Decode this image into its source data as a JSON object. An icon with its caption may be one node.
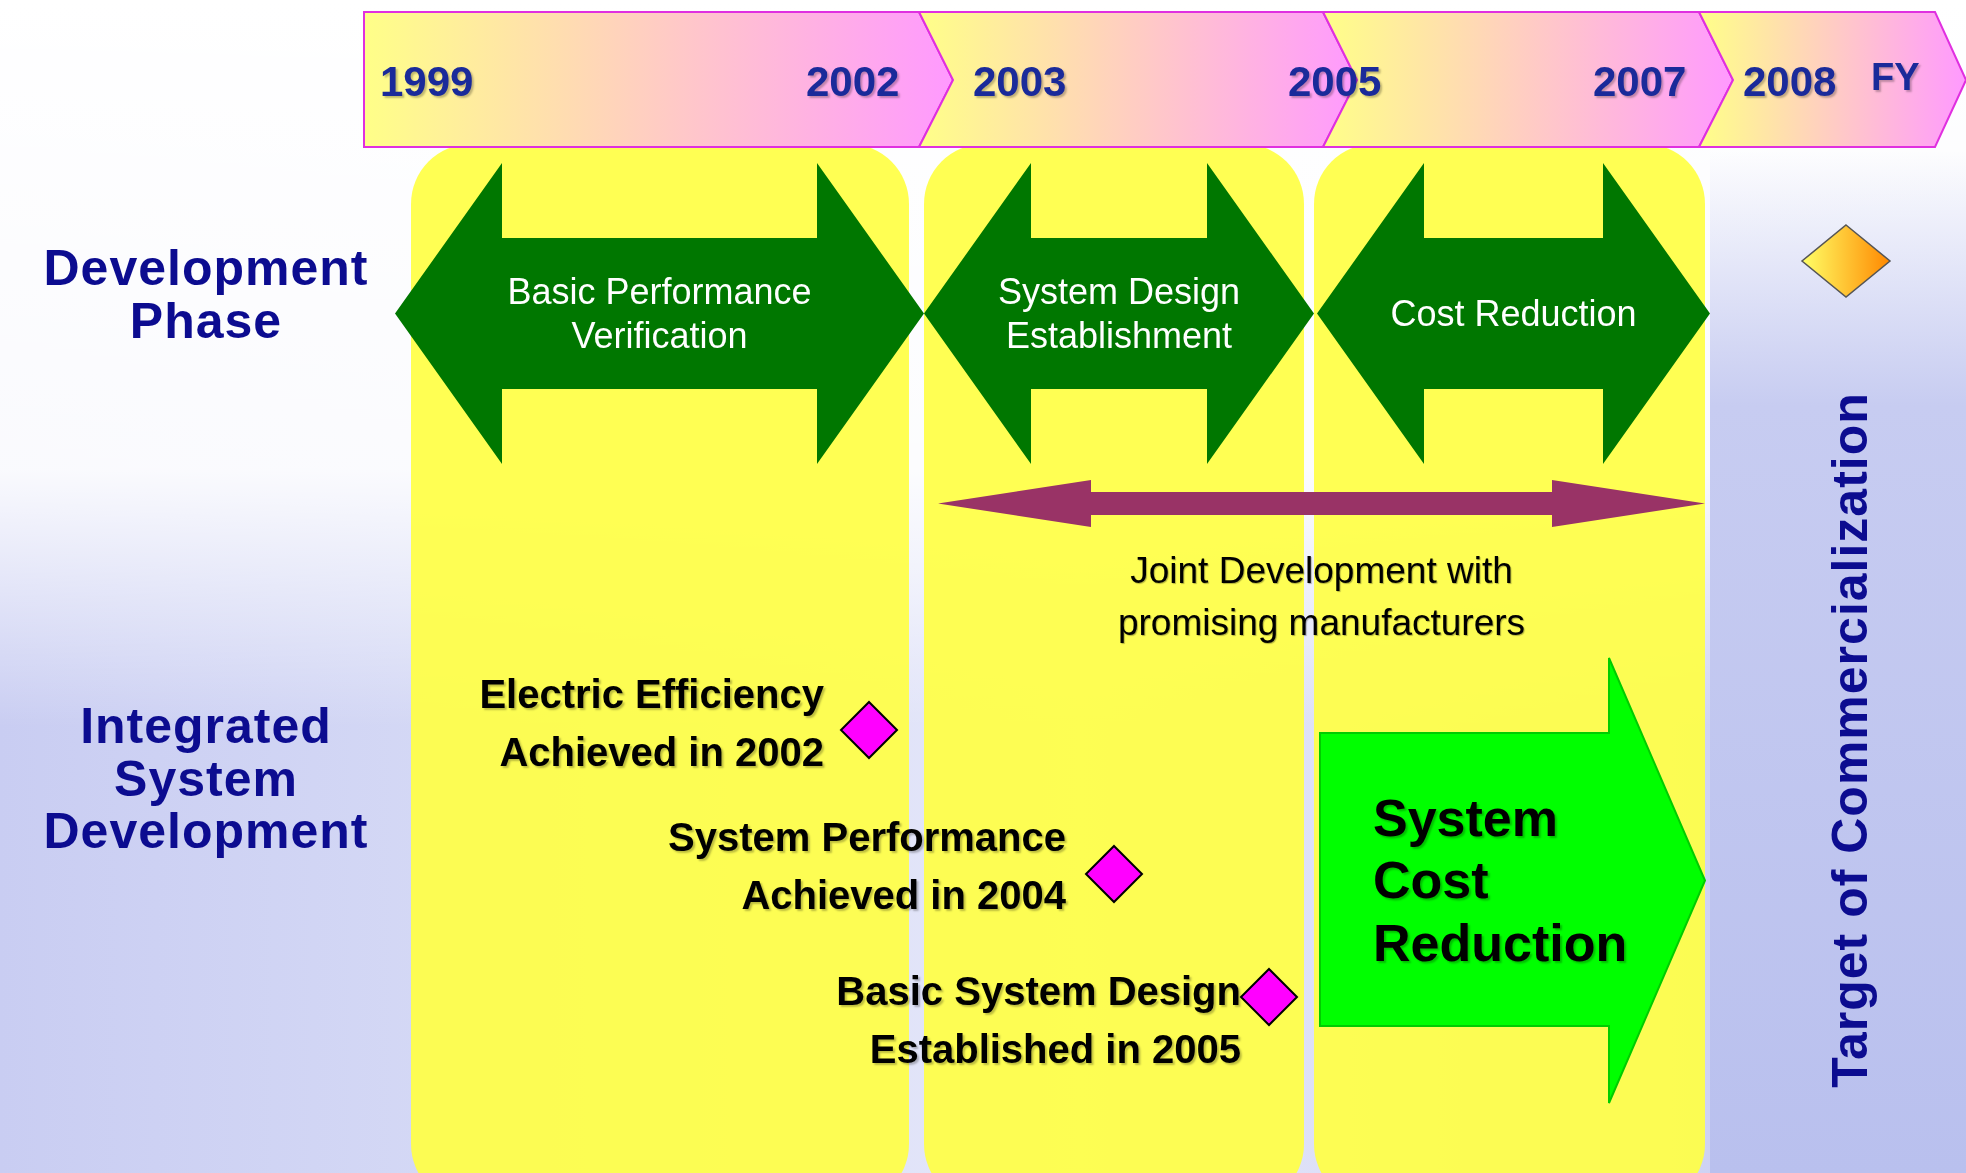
{
  "diagram": {
    "nodes": [
      {
        "text": [
          "Basic Performance Verification"
        ]
      },
      {
        "text": [
          "System Design Establishment"
        ]
      },
      {
        "text": [
          "Cost Reduction"
        ]
      },
      {
        "text": [
          "System Cost Reduction"
        ]
      },
      {
        "text": [
          "Joint Development with promising manufacturers"
        ]
      }
    ],
    "labels": [
      "1999",
      "2002",
      "2003",
      "2005",
      "2007",
      "2008",
      "FY",
      "Development Phase",
      "Integrated System Development",
      "Electric Efficiency Achieved in 2002",
      "System Performance Achieved in 2004",
      "Basic System Design Established in 2005",
      "Target of Commercialization"
    ]
  }
}
